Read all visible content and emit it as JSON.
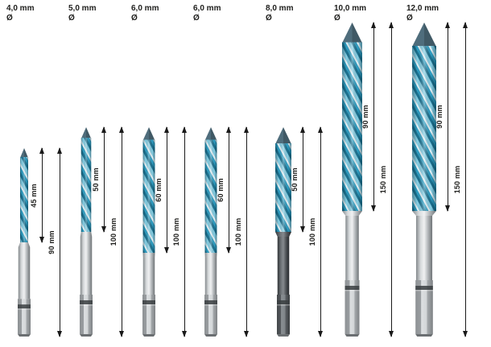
{
  "diameter_symbol": "Ø",
  "unit": "mm",
  "bits": [
    {
      "diameter_label": "4,0 mm",
      "diameter_mm": 4,
      "flute_label": "45 mm",
      "flute_mm": 45,
      "total_label": "90 mm",
      "total_mm": 90,
      "shank_style": "steel"
    },
    {
      "diameter_label": "5,0 mm",
      "diameter_mm": 5,
      "flute_label": "50 mm",
      "flute_mm": 50,
      "total_label": "100 mm",
      "total_mm": 100,
      "shank_style": "steel"
    },
    {
      "diameter_label": "6,0 mm",
      "diameter_mm": 6,
      "flute_label": "60 mm",
      "flute_mm": 60,
      "total_label": "100 mm",
      "total_mm": 100,
      "shank_style": "steel"
    },
    {
      "diameter_label": "6,0 mm",
      "diameter_mm": 6,
      "flute_label": "60 mm",
      "flute_mm": 60,
      "total_label": "100 mm",
      "total_mm": 100,
      "shank_style": "steel"
    },
    {
      "diameter_label": "8,0 mm",
      "diameter_mm": 8,
      "flute_label": "50 mm",
      "flute_mm": 50,
      "total_label": "100 mm",
      "total_mm": 100,
      "shank_style": "dark"
    },
    {
      "diameter_label": "10,0 mm",
      "diameter_mm": 10,
      "flute_label": "90 mm",
      "flute_mm": 90,
      "total_label": "150 mm",
      "total_mm": 150,
      "shank_style": "steel"
    },
    {
      "diameter_label": "12,0 mm",
      "diameter_mm": 12,
      "flute_label": "90 mm",
      "flute_mm": 90,
      "total_label": "150 mm",
      "total_mm": 150,
      "shank_style": "steel"
    }
  ],
  "colors": {
    "flute_primary": "#2f9fc4",
    "flute_light": "#85cfe5",
    "flute_highlight": "#e7f4f9",
    "flute_dark": "#1c7392",
    "tip": "#4f6d7c",
    "steel_light": "#dfe2e3",
    "steel_dark": "#6f7477",
    "dark_shank": "#33373a",
    "dimension_line": "#1a1a1a",
    "text": "#1d1d1b",
    "background": "#ffffff"
  }
}
